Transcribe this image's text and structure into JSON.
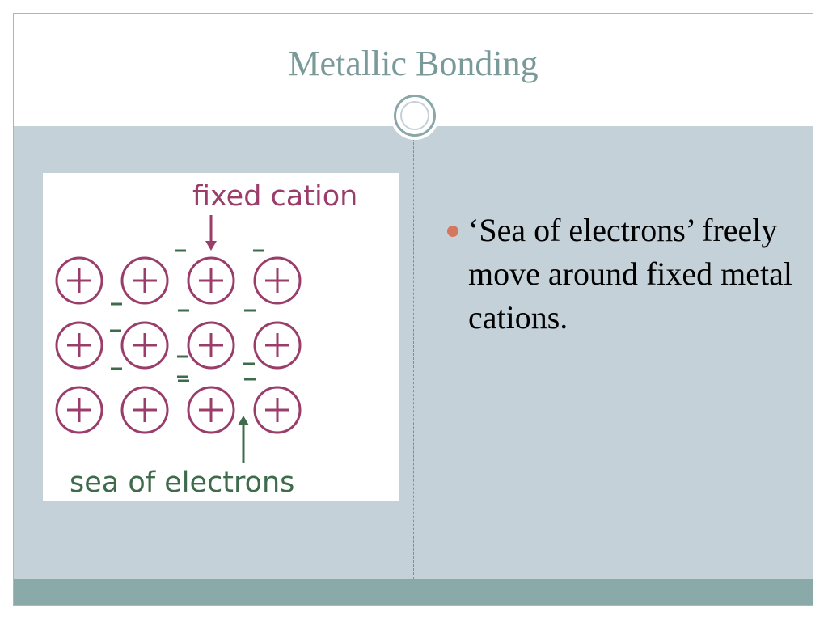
{
  "slide": {
    "title": "Metallic Bonding",
    "bullets": [
      {
        "text": "‘Sea of electrons’ freely move around fixed metal cations."
      }
    ]
  },
  "figure": {
    "label_top": "fixed cation",
    "label_bottom": "sea of electrons",
    "cation_symbol": "+",
    "electron_symbol": "−",
    "cation_rows": 3,
    "cation_cols": 4
  },
  "colors": {
    "title": "#7a9a9a",
    "content_bg": "#c5d1d8",
    "footer": "#8aaaaa",
    "cation": "#9b3d6a",
    "electron": "#3f6b4d",
    "bullet": "#d4775f"
  },
  "icons": {
    "title_ornament": "ring-ornament-icon",
    "bullet": "bullet-dot-icon",
    "arrow_down": "arrow-down-icon",
    "arrow_up": "arrow-up-icon"
  }
}
